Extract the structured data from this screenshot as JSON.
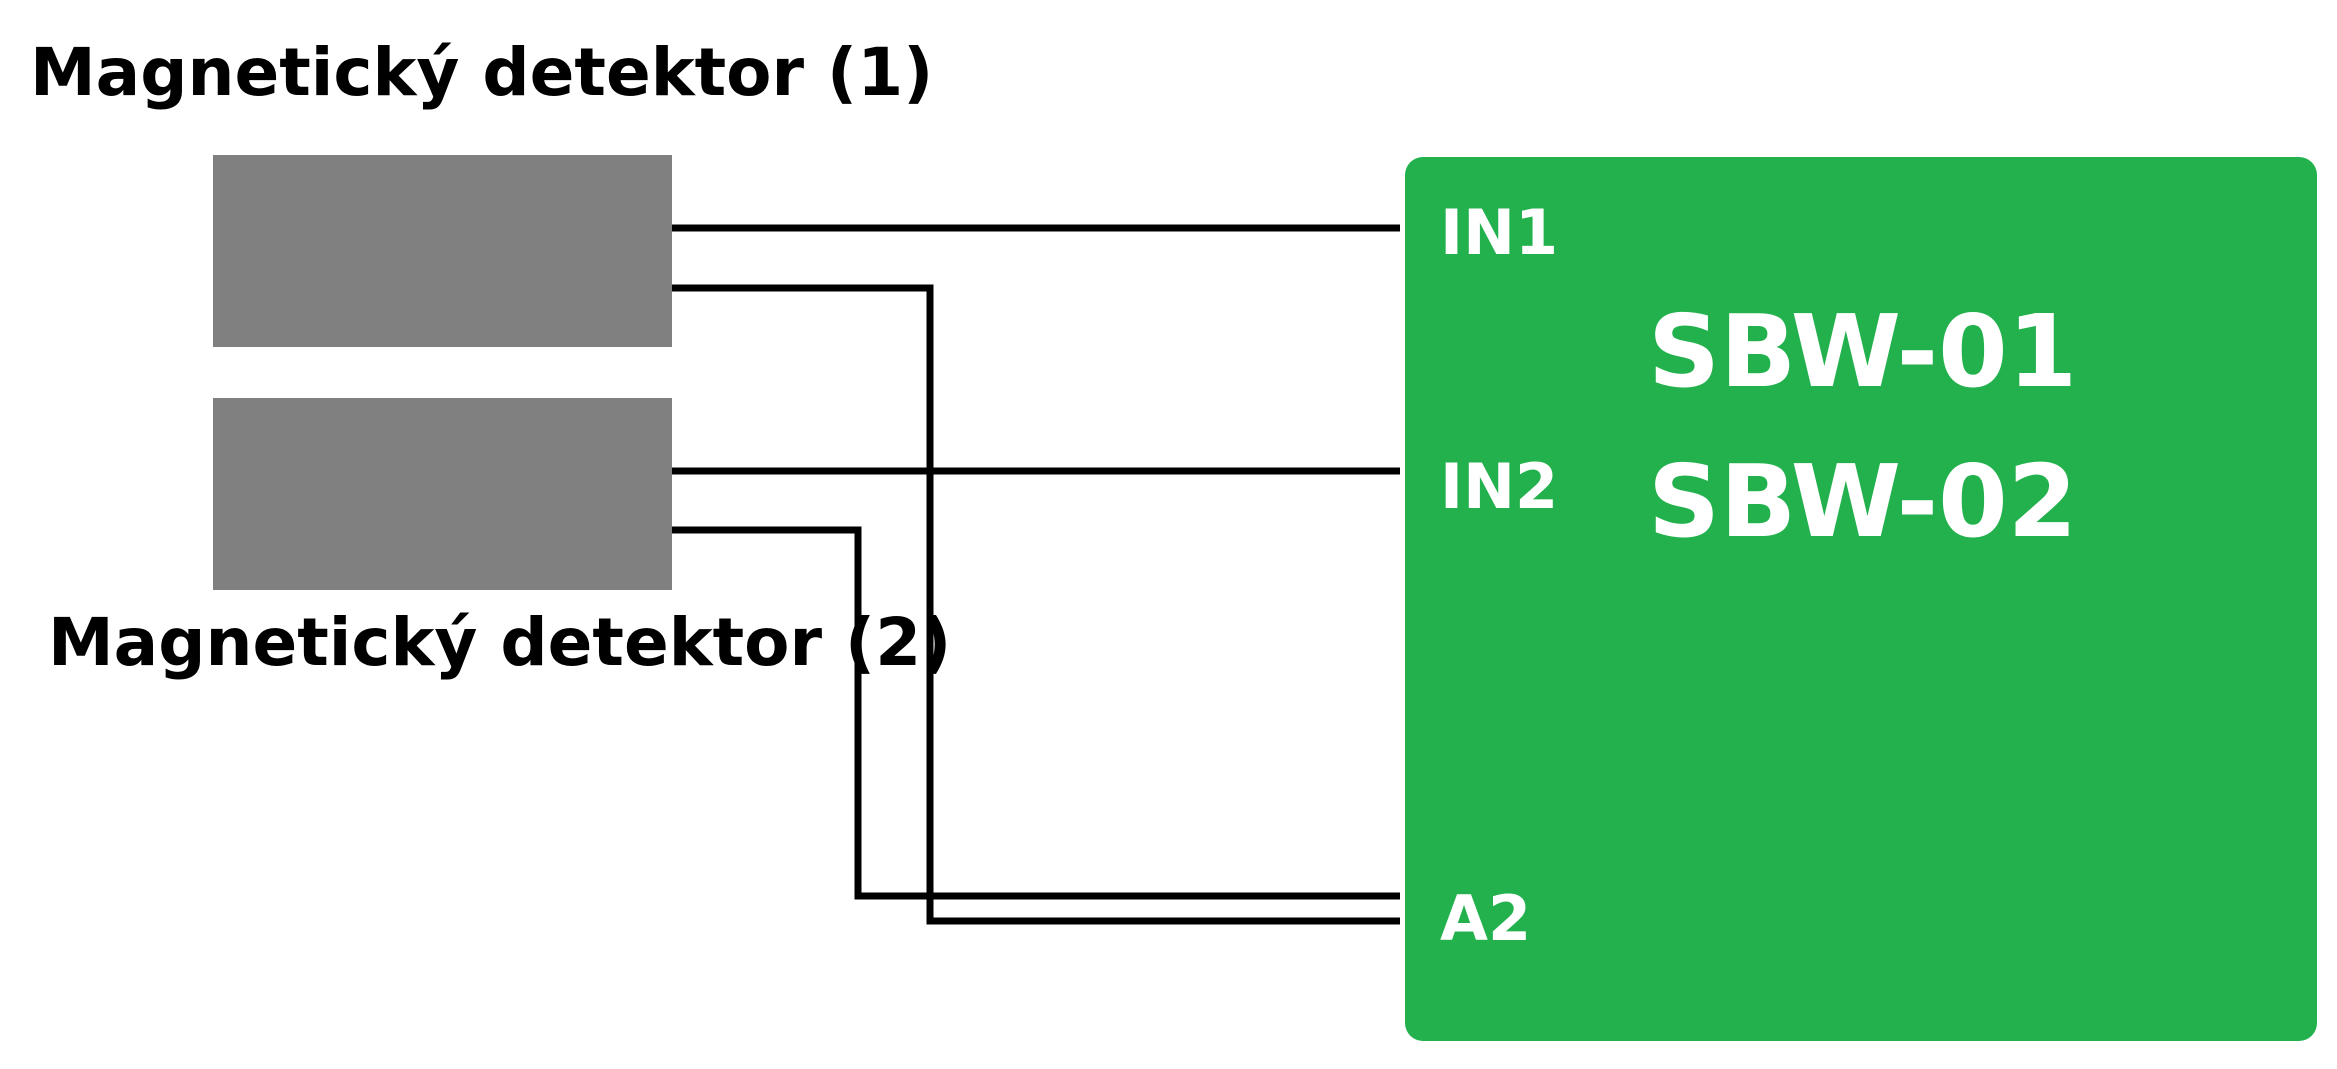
{
  "detectors": [
    {
      "label": "Magnetický detektor (1)",
      "color": "#808080"
    },
    {
      "label": "Magnetický detektor (2)",
      "color": "#808080"
    }
  ],
  "module": {
    "color": "#23b14d",
    "models": [
      "SBW-01",
      "SBW-02"
    ],
    "terminals": [
      "IN1",
      "IN2",
      "A2"
    ]
  }
}
